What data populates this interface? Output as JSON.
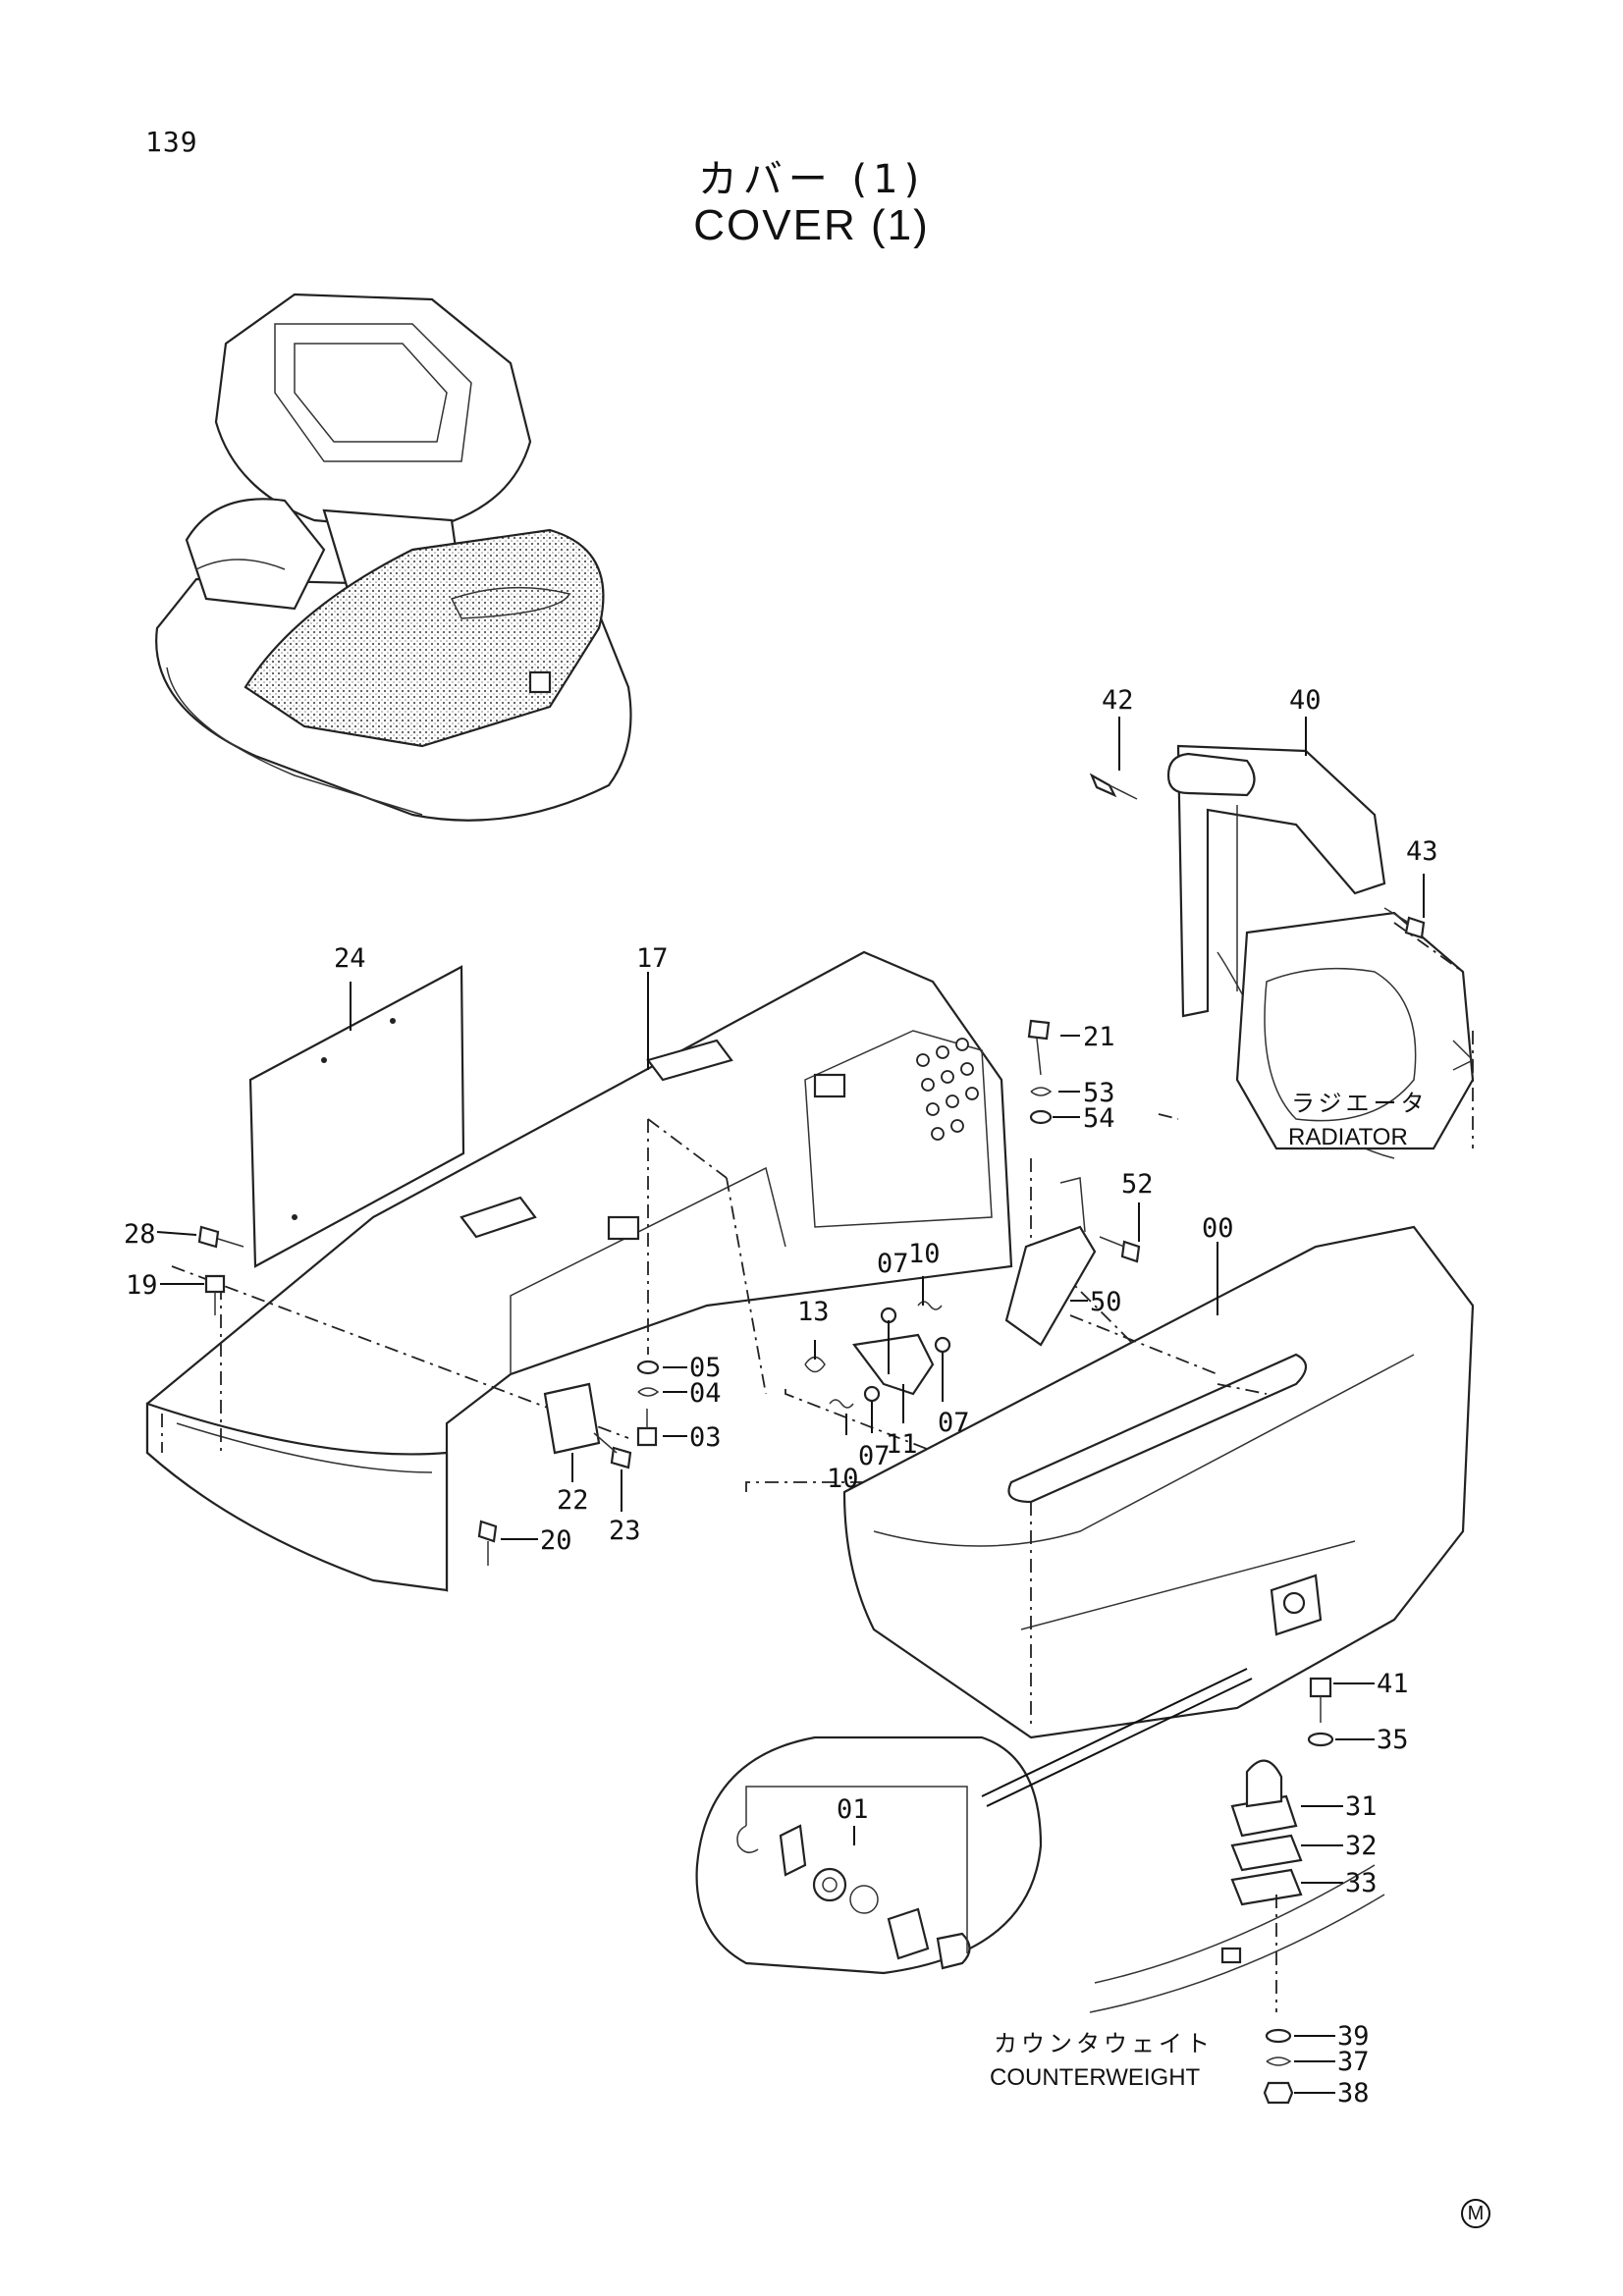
{
  "page": {
    "number": "139"
  },
  "title": {
    "jp": "カバー (1)",
    "en": "COVER (1)"
  },
  "mark": "M",
  "callouts": [
    {
      "id": "00",
      "label": "00"
    },
    {
      "id": "01",
      "label": "01"
    },
    {
      "id": "03",
      "label": "03"
    },
    {
      "id": "04",
      "label": "04"
    },
    {
      "id": "05",
      "label": "05"
    },
    {
      "id": "07a",
      "label": "07"
    },
    {
      "id": "07b",
      "label": "07"
    },
    {
      "id": "07c",
      "label": "07"
    },
    {
      "id": "10a",
      "label": "10"
    },
    {
      "id": "10b",
      "label": "10"
    },
    {
      "id": "11",
      "label": "11"
    },
    {
      "id": "13",
      "label": "13"
    },
    {
      "id": "17",
      "label": "17"
    },
    {
      "id": "19",
      "label": "19"
    },
    {
      "id": "20",
      "label": "20"
    },
    {
      "id": "21",
      "label": "21"
    },
    {
      "id": "22",
      "label": "22"
    },
    {
      "id": "23",
      "label": "23"
    },
    {
      "id": "24",
      "label": "24"
    },
    {
      "id": "28",
      "label": "28"
    },
    {
      "id": "31",
      "label": "31"
    },
    {
      "id": "32",
      "label": "32"
    },
    {
      "id": "33",
      "label": "33"
    },
    {
      "id": "35",
      "label": "35"
    },
    {
      "id": "37",
      "label": "37"
    },
    {
      "id": "38",
      "label": "38"
    },
    {
      "id": "39",
      "label": "39"
    },
    {
      "id": "40",
      "label": "40"
    },
    {
      "id": "41",
      "label": "41"
    },
    {
      "id": "42",
      "label": "42"
    },
    {
      "id": "43",
      "label": "43"
    },
    {
      "id": "50",
      "label": "50"
    },
    {
      "id": "52",
      "label": "52"
    },
    {
      "id": "53",
      "label": "53"
    },
    {
      "id": "54",
      "label": "54"
    }
  ],
  "annotations": {
    "radiator_jp": "ラジエータ",
    "radiator_en": "RADIATOR",
    "counterweight_jp": "カウンタウェイト",
    "counterweight_en": "COUNTERWEIGHT"
  }
}
